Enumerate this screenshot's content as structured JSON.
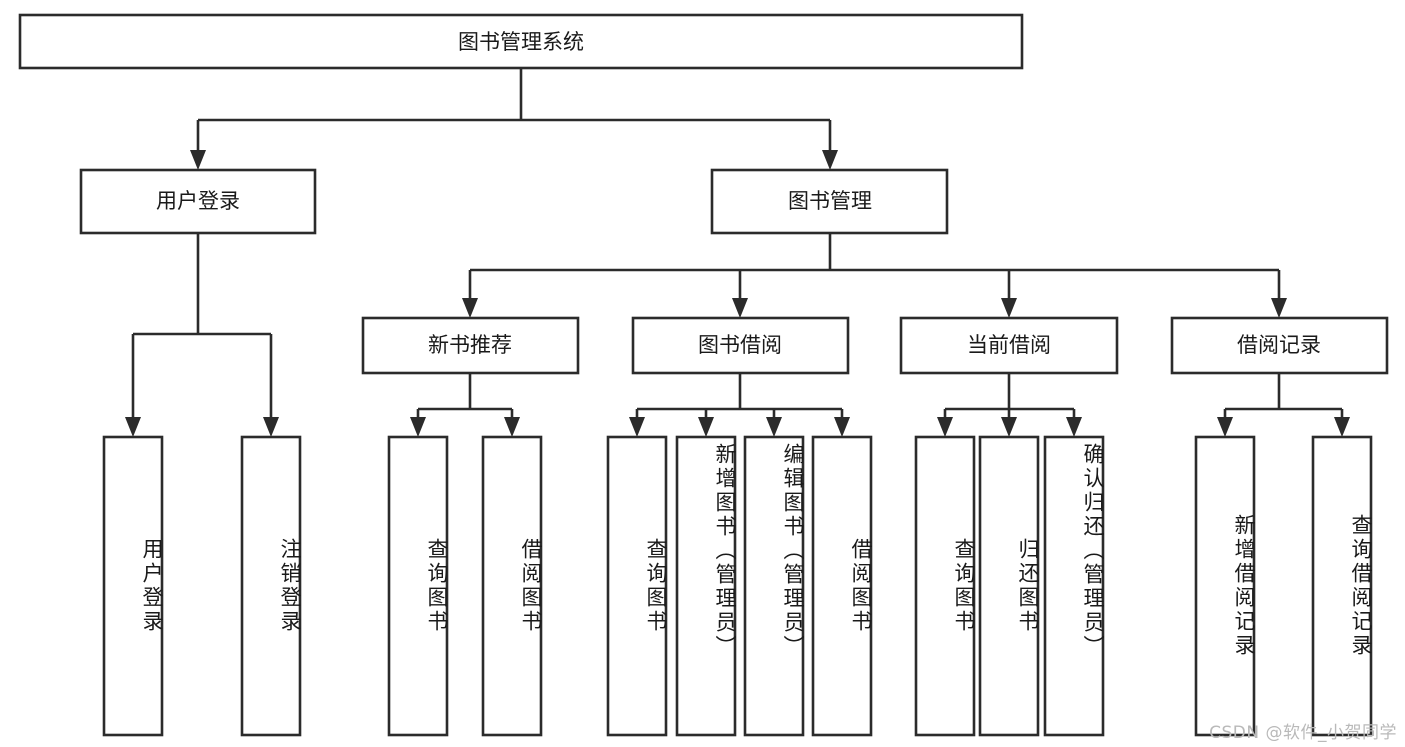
{
  "diagram": {
    "title": "图书管理系统",
    "type": "tree",
    "root": {
      "id": "root",
      "label": "图书管理系统",
      "level": 1,
      "orientation": "horizontal"
    },
    "level2": [
      {
        "id": "user-login",
        "label": "用户登录",
        "orientation": "horizontal"
      },
      {
        "id": "book-manage",
        "label": "图书管理",
        "orientation": "horizontal"
      }
    ],
    "level3": [
      {
        "id": "new-book-rec",
        "label": "新书推荐",
        "orientation": "horizontal",
        "parent": "book-manage"
      },
      {
        "id": "book-borrow",
        "label": "图书借阅",
        "orientation": "horizontal",
        "parent": "book-manage"
      },
      {
        "id": "current-borrow",
        "label": "当前借阅",
        "orientation": "horizontal",
        "parent": "book-manage"
      },
      {
        "id": "borrow-record",
        "label": "借阅记录",
        "orientation": "horizontal",
        "parent": "book-manage"
      }
    ],
    "leaves": [
      {
        "id": "leaf-user-login",
        "label": "用户登录",
        "parent": "user-login",
        "orientation": "vertical"
      },
      {
        "id": "leaf-user-logout",
        "label": "注销登录",
        "parent": "user-login",
        "orientation": "vertical"
      },
      {
        "id": "leaf-query-book-1",
        "label": "查询图书",
        "parent": "new-book-rec",
        "orientation": "vertical"
      },
      {
        "id": "leaf-borrow-book-1",
        "label": "借阅图书",
        "parent": "new-book-rec",
        "orientation": "vertical"
      },
      {
        "id": "leaf-query-book-2",
        "label": "查询图书",
        "parent": "book-borrow",
        "orientation": "vertical"
      },
      {
        "id": "leaf-add-book",
        "label": "新增图书（管理员）",
        "parent": "book-borrow",
        "orientation": "vertical"
      },
      {
        "id": "leaf-edit-book",
        "label": "编辑图书（管理员）",
        "parent": "book-borrow",
        "orientation": "vertical"
      },
      {
        "id": "leaf-borrow-book-2",
        "label": "借阅图书",
        "parent": "book-borrow",
        "orientation": "vertical"
      },
      {
        "id": "leaf-query-book-3",
        "label": "查询图书",
        "parent": "current-borrow",
        "orientation": "vertical"
      },
      {
        "id": "leaf-return-book",
        "label": "归还图书",
        "parent": "current-borrow",
        "orientation": "vertical"
      },
      {
        "id": "leaf-confirm-return",
        "label": "确认归还（管理员）",
        "parent": "current-borrow",
        "orientation": "vertical"
      },
      {
        "id": "leaf-add-record",
        "label": "新增借阅记录",
        "parent": "borrow-record",
        "orientation": "vertical"
      },
      {
        "id": "leaf-query-record",
        "label": "查询借阅记录",
        "parent": "borrow-record",
        "orientation": "vertical"
      }
    ],
    "colors": {
      "stroke": "#2b2b2b",
      "fill": "#ffffff",
      "text": "#1a1a1a",
      "watermark": "#b9b9b9"
    }
  },
  "watermark": {
    "text": "CSDN @软件_小贺同学"
  }
}
